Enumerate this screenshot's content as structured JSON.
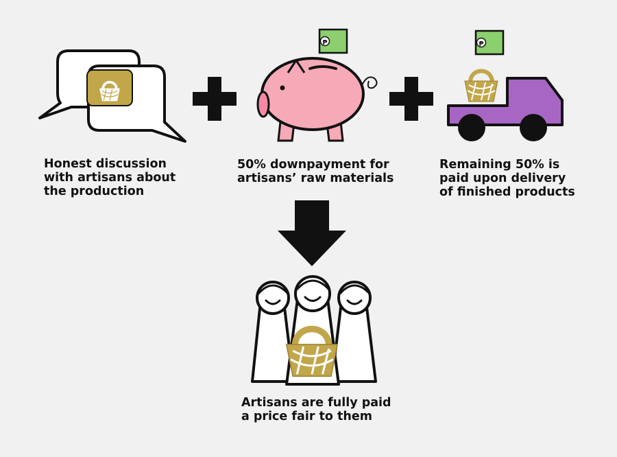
{
  "steps": [
    {
      "lines": [
        "Honest discussion",
        "with artisans about",
        "the production"
      ]
    },
    {
      "lines": [
        "50% downpayment for",
        "artisans’ raw materials"
      ]
    },
    {
      "lines": [
        "Remaining 50% is",
        "paid upon delivery",
        "of finished products"
      ]
    }
  ],
  "result": {
    "lines": [
      "Artisans are fully paid",
      "a price fair to them"
    ]
  },
  "icons": [
    "speech-bubbles-icon",
    "piggy-bank-icon",
    "delivery-truck-icon",
    "artisans-group-icon",
    "banknote-icon",
    "basket-icon",
    "plus-icon",
    "down-arrow-icon"
  ],
  "currency_symbol": "₱",
  "colors": {
    "gold": "#c2a64a",
    "piggy_pink": "#f6a9b6",
    "truck_purple": "#a766c4",
    "banknote_green": "#8ccf6e",
    "ink": "#111111",
    "background": "#f1f1f1"
  }
}
